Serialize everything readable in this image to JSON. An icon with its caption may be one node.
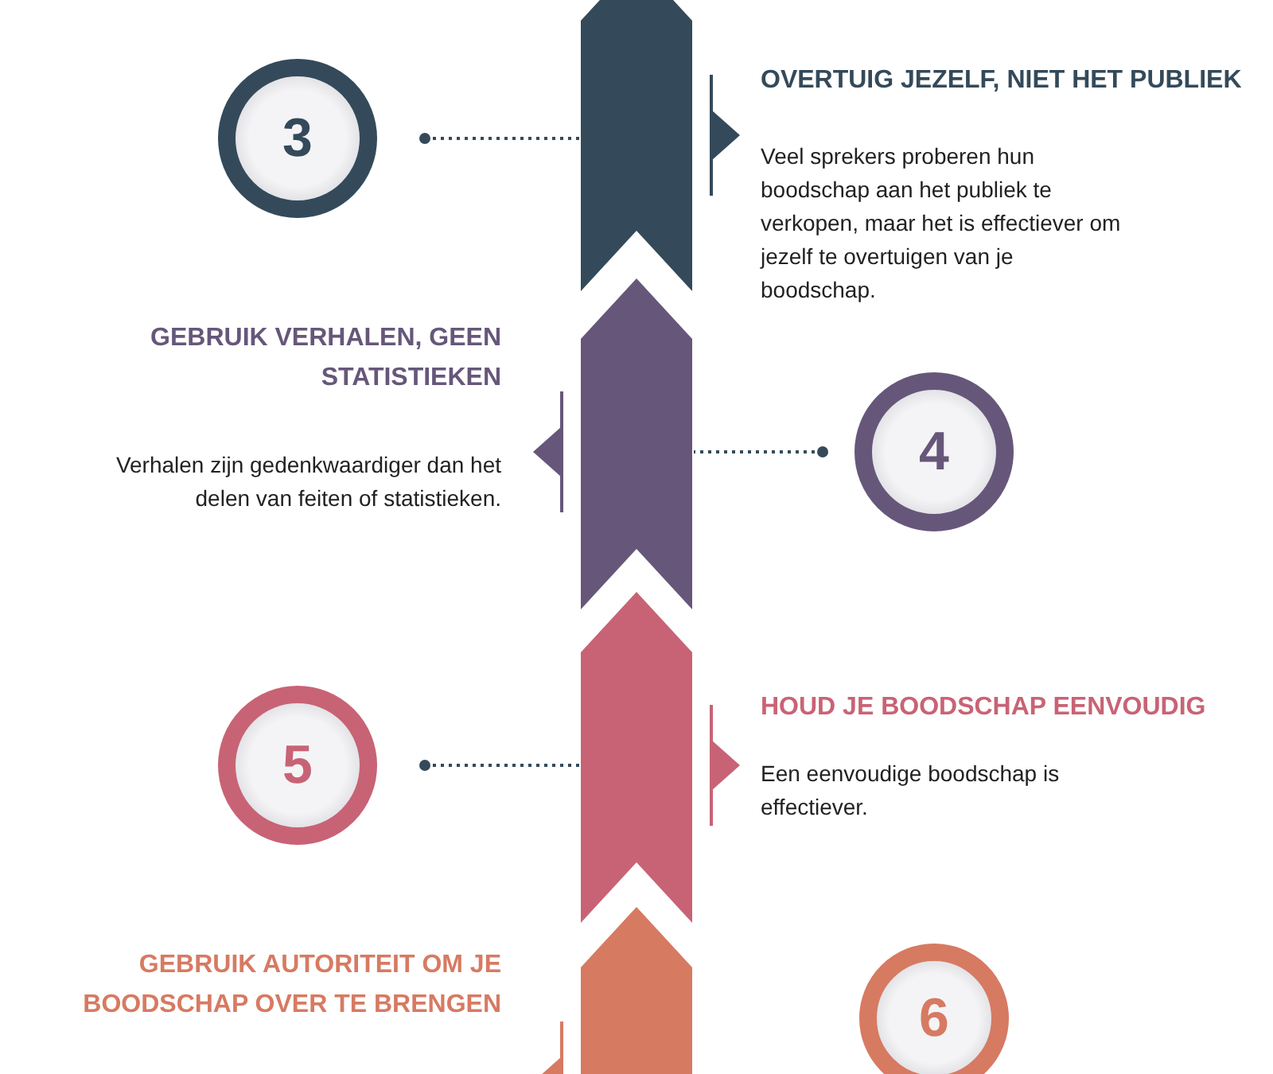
{
  "diagram": {
    "nodes": [
      {
        "text": [],
        "shape": "bar"
      },
      {
        "text": [
          "3"
        ]
      },
      {
        "text": [],
        "shape": "bar"
      },
      {
        "text": [
          "4"
        ]
      },
      {
        "text": [],
        "shape": "bar"
      },
      {
        "text": [
          "5"
        ]
      },
      {
        "text": [],
        "shape": "bar"
      },
      {
        "text": [
          "6"
        ]
      }
    ],
    "edges": [
      {
        "from": 1,
        "to": 0,
        "arrow": "other",
        "style": "dashed"
      },
      {
        "from": 3,
        "to": 2,
        "arrow": "other",
        "style": "dashed"
      },
      {
        "from": 5,
        "to": 4,
        "arrow": "other",
        "style": "dashed"
      }
    ],
    "labels": [
      "OVERTUIG JEZELF, NIET HET PUBLIEK",
      "Veel sprekers proberen hun boodschap aan het publiek te verkopen, maar het is effectiever om jezelf te overtuigen van je boodschap.",
      "GEBRUIK VERHALEN, GEEN STATISTIEKEN",
      "Verhalen zijn gedenkwaardiger dan het delen van feiten of statistieken.",
      "HOUD JE BOODSCHAP EENVOUDIG",
      "Een eenvoudige boodschap is effectiever.",
      "GEBRUIK AUTORITEIT OM JE BOODSCHAP OVER TE BRENGEN"
    ]
  }
}
